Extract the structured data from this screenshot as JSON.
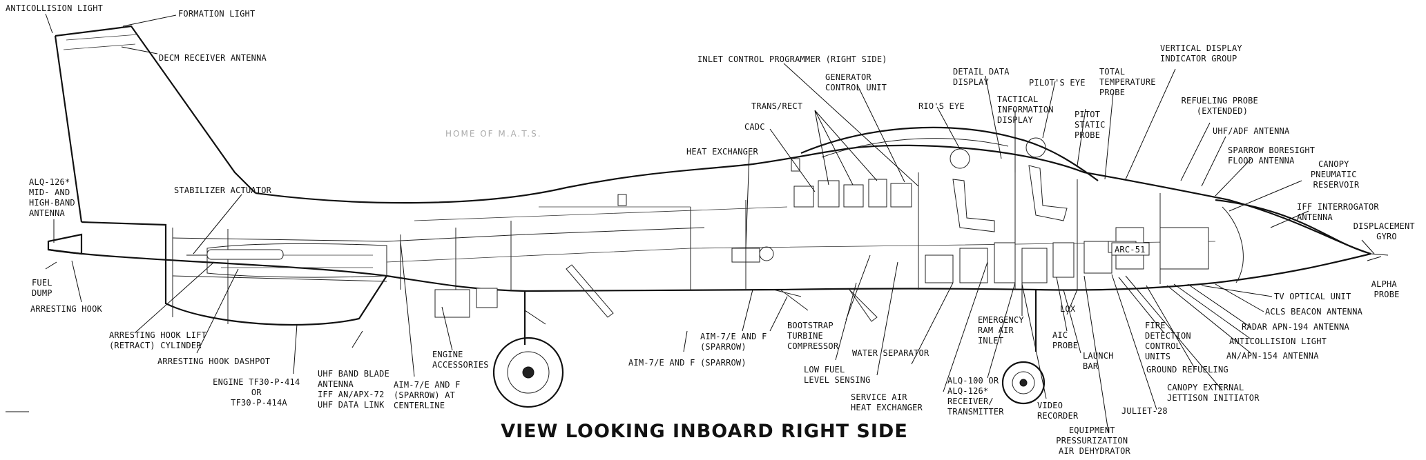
{
  "title": "VIEW LOOKING INBOARD RIGHT SIDE",
  "watermark": "HOME OF M.A.T.S.",
  "labels": {
    "anticollision_light_top": [
      "ANTICOLLISION LIGHT"
    ],
    "formation_light": [
      "FORMATION LIGHT"
    ],
    "decm_receiver_antenna": [
      "DECM RECEIVER ANTENNA"
    ],
    "alq126_mid_high": [
      "ALQ-126*",
      "MID- AND",
      "HIGH-BAND",
      "ANTENNA"
    ],
    "stabilizer_actuator": [
      "STABILIZER ACTUATOR"
    ],
    "fuel_dump": [
      "FUEL",
      "DUMP"
    ],
    "arresting_hook": [
      "ARRESTING HOOK"
    ],
    "arresting_hook_lift": [
      "ARRESTING HOOK LIFT",
      "(RETRACT) CYLINDER"
    ],
    "arresting_hook_dashpot": [
      "ARRESTING HOOK DASHPOT"
    ],
    "engine": [
      "ENGINE TF30-P-414",
      "OR",
      "TF30-P-414A"
    ],
    "uhf_band_blade": [
      "UHF BAND BLADE",
      "ANTENNA",
      "IFF AN/APX-72",
      "UHF DATA LINK"
    ],
    "aim7_centerline": [
      "AIM-7/E AND F",
      "(SPARROW) AT",
      "CENTERLINE"
    ],
    "engine_accessories": [
      "ENGINE",
      "ACCESSORIES"
    ],
    "aim7_lower": [
      "AIM-7/E AND  F (SPARROW)"
    ],
    "aim7_upper": [
      "AIM-7/E AND F",
      "(SPARROW)"
    ],
    "heat_exchanger": [
      "HEAT EXCHANGER"
    ],
    "cadc": [
      "CADC"
    ],
    "trans_rect": [
      "TRANS/RECT"
    ],
    "inlet_control_programmer": [
      "INLET CONTROL PROGRAMMER (RIGHT SIDE)"
    ],
    "generator_control_unit": [
      "GENERATOR",
      "CONTROL UNIT"
    ],
    "rios_eye": [
      "RIO'S EYE"
    ],
    "detail_data_display": [
      "DETAIL DATA",
      "DISPLAY"
    ],
    "tactical_information_display": [
      "TACTICAL",
      "INFORMATION",
      "DISPLAY"
    ],
    "pilots_eye": [
      "PILOT'S EYE"
    ],
    "pitot_static_probe": [
      "PITOT",
      "STATIC",
      "PROBE"
    ],
    "total_temperature_probe": [
      "TOTAL",
      "TEMPERATURE",
      "PROBE"
    ],
    "vertical_display": [
      "VERTICAL DISPLAY",
      "INDICATOR GROUP"
    ],
    "refueling_probe": [
      "REFUELING PROBE",
      "(EXTENDED)"
    ],
    "uhf_adf_antenna": [
      "UHF/ADF ANTENNA"
    ],
    "sparrow_boresight": [
      "SPARROW BORESIGHT",
      "FLOOD ANTENNA"
    ],
    "canopy_pneumatic": [
      "CANOPY",
      "PNEUMATIC",
      "RESERVOIR"
    ],
    "iff_interrogator": [
      "IFF INTERROGATOR",
      "ANTENNA"
    ],
    "displacement_gyro": [
      "DISPLACEMENT",
      "GYRO"
    ],
    "alpha_probe": [
      "ALPHA",
      "PROBE"
    ],
    "tv_optical_unit": [
      "TV OPTICAL UNIT"
    ],
    "acls_beacon": [
      "ACLS BEACON ANTENNA"
    ],
    "radar_apn194": [
      "RADAR APN-194 ANTENNA"
    ],
    "anticollision_light_bottom": [
      "ANTICOLLISION LIGHT"
    ],
    "an_apn154": [
      "AN/APN-154 ANTENNA"
    ],
    "fire_detection": [
      "FIRE",
      "DETECTION",
      "CONTROL",
      "UNITS"
    ],
    "ground_refueling": [
      "GROUND REFUELING"
    ],
    "canopy_external": [
      "CANOPY EXTERNAL",
      "JETTISON INITIATOR"
    ],
    "juliet28": [
      "JULIET-28"
    ],
    "equipment_pressurization": [
      "EQUIPMENT",
      "PRESSURIZATION",
      "AIR DEHYDRATOR"
    ],
    "video_recorder": [
      "VIDEO",
      "RECORDER"
    ],
    "alq100": [
      "ALQ-100 OR",
      "ALQ-126*",
      "RECEIVER/",
      "TRANSMITTER"
    ],
    "aic_probe": [
      "AIC",
      "PROBE"
    ],
    "lox": [
      "LOX"
    ],
    "launch_bar": [
      "LAUNCH",
      "BAR"
    ],
    "emergency_ram_air": [
      "EMERGENCY",
      "RAM AIR",
      "INLET"
    ],
    "service_air_heat": [
      "SERVICE AIR",
      "HEAT EXCHANGER"
    ],
    "water_separator": [
      "WATER SEPARATOR"
    ],
    "low_fuel_level": [
      "LOW FUEL",
      "LEVEL SENSING"
    ],
    "bootstrap_turbine": [
      "BOOTSTRAP",
      "TURBINE",
      "COMPRESSOR"
    ],
    "arc51": [
      "ARC-51"
    ]
  }
}
